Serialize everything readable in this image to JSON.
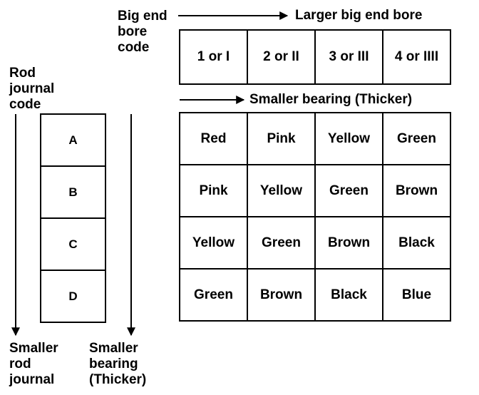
{
  "big_end_bore_code_label": "Big end\nbore\ncode",
  "larger_bore_label": "Larger big end bore",
  "smaller_bearing_top_label": "Smaller bearing (Thicker)",
  "rod_journal_code_label": "Rod\njournal\ncode",
  "smaller_rod_journal_label": "Smaller\nrod\njournal",
  "smaller_bearing_bottom_label": "Smaller\nbearing\n(Thicker)",
  "bore_codes": [
    "1 or I",
    "2 or II",
    "3 or III",
    "4 or IIII"
  ],
  "journal_codes": [
    "A",
    "B",
    "C",
    "D"
  ],
  "bearing_colors": [
    [
      "Red",
      "Pink",
      "Yellow",
      "Green"
    ],
    [
      "Pink",
      "Yellow",
      "Green",
      "Brown"
    ],
    [
      "Yellow",
      "Green",
      "Brown",
      "Black"
    ],
    [
      "Green",
      "Brown",
      "Black",
      "Blue"
    ]
  ]
}
